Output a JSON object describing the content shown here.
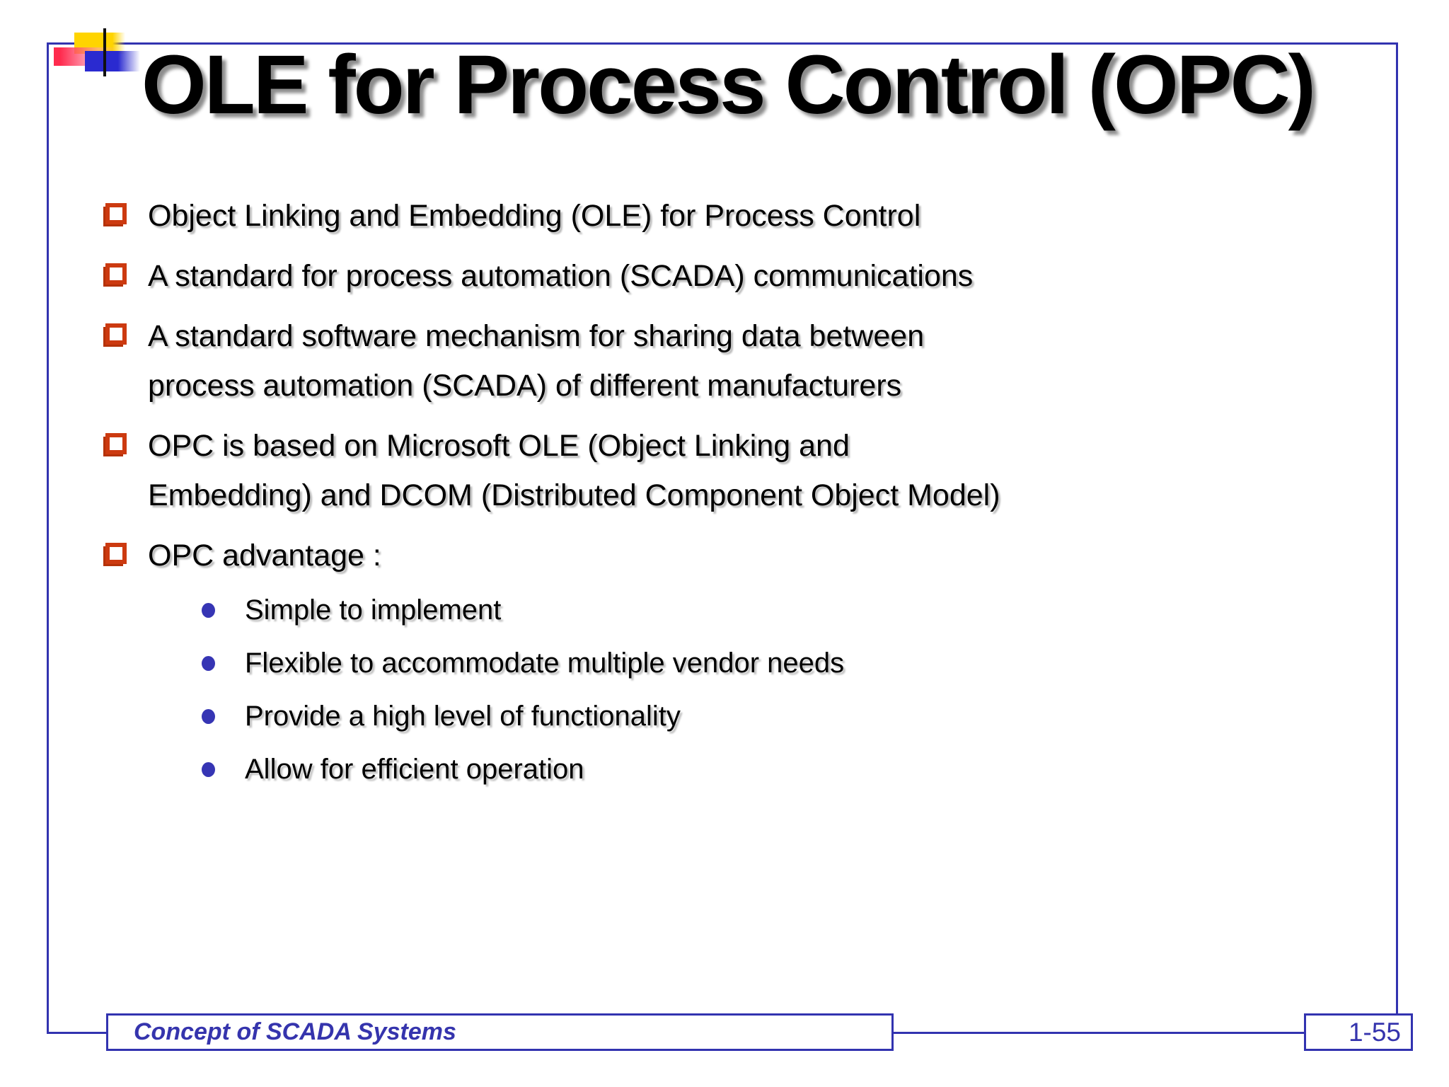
{
  "slide": {
    "title": "OLE for Process Control (OPC)",
    "bullets": [
      {
        "text": "Object Linking and Embedding (OLE) for Process Control"
      },
      {
        "text": "A standard for process automation (SCADA) communications"
      },
      {
        "text": "A standard software mechanism for sharing data between\nprocess automation (SCADA) of different manufacturers"
      },
      {
        "text": "OPC is based on Microsoft OLE (Object Linking and\nEmbedding) and DCOM (Distributed Component Object Model)"
      },
      {
        "text": "OPC advantage :"
      }
    ],
    "sub_bullets": [
      {
        "text": "Simple to implement"
      },
      {
        "text": "Flexible to accommodate multiple vendor needs"
      },
      {
        "text": "Provide a high level of functionality"
      },
      {
        "text": "Allow for efficient operation"
      }
    ],
    "footer": {
      "left_label": "Concept of SCADA Systems",
      "page_number": "1-55"
    },
    "colors": {
      "border_blue": "#3233b0",
      "bullet_red": "#cc3a10",
      "sub_bullet_blue": "#3635b4",
      "footer_text_blue": "#3534ad",
      "ornament_yellow": "#ffd400",
      "ornament_red": "#ff2b4e",
      "ornament_blue": "#2a2ad0"
    }
  }
}
